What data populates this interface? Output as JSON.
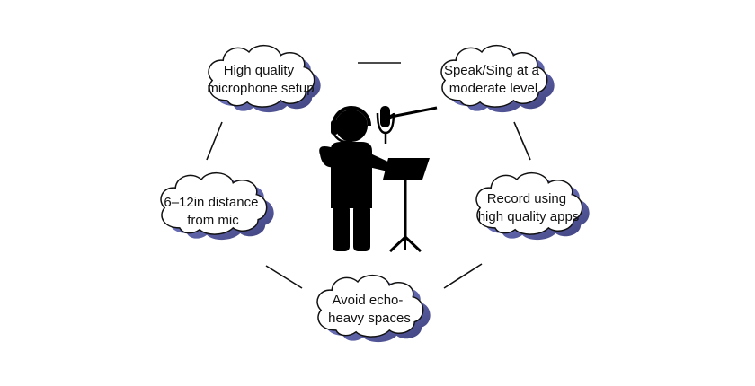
{
  "diagram": {
    "tips": [
      {
        "id": "mic-setup",
        "lines": [
          "High quality",
          "microphone setup"
        ]
      },
      {
        "id": "moderate-level",
        "lines": [
          "Speak/Sing at a",
          "moderate level"
        ]
      },
      {
        "id": "quality-apps",
        "lines": [
          "Record using",
          "high quality apps"
        ]
      },
      {
        "id": "avoid-echo",
        "lines": [
          "Avoid echo-",
          "heavy spaces"
        ]
      },
      {
        "id": "distance",
        "lines": [
          "6–12in distance",
          "from mic"
        ]
      }
    ],
    "icon": "singer-at-microphone-icon",
    "colors": {
      "cloud_fill": "#ffffff",
      "cloud_stroke": "#111111",
      "cloud_shadow": "#5a63c8",
      "connector": "#111111",
      "figure": "#000000"
    }
  }
}
